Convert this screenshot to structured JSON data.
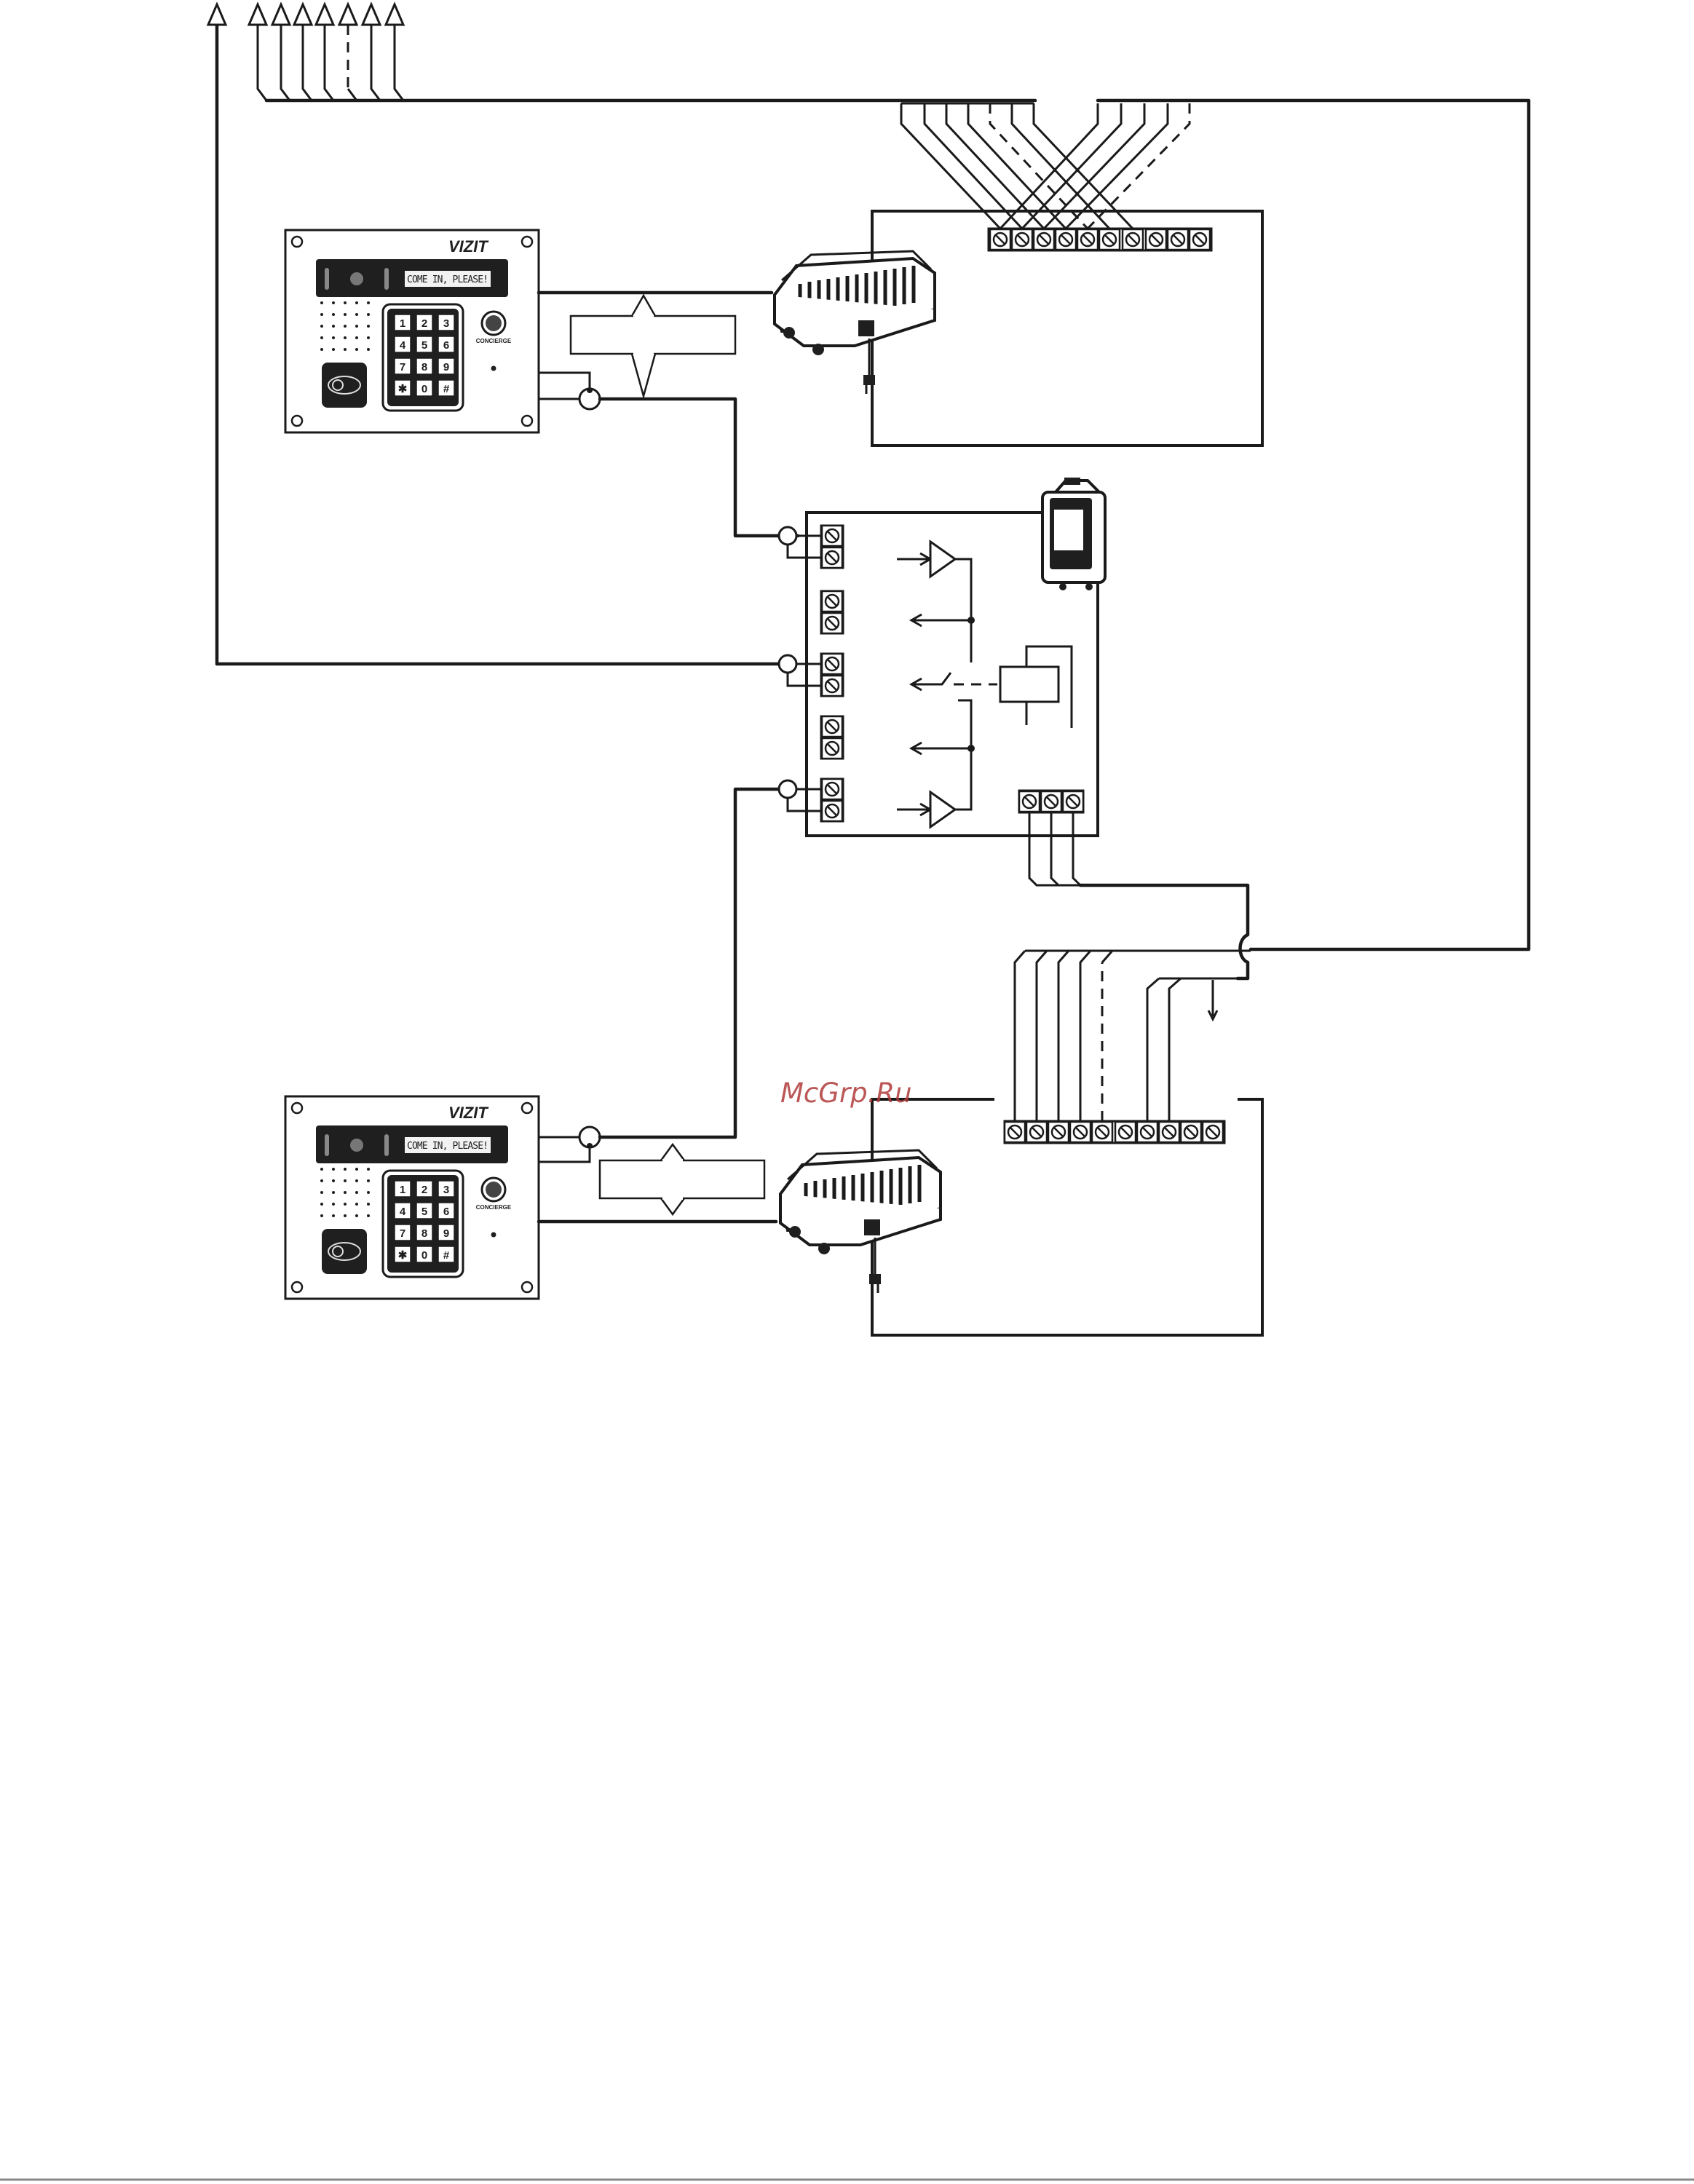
{
  "watermark": "McGrp.Ru",
  "door_panels": [
    {
      "brand": "VIZIT",
      "display_text": "COME IN, PLEASE!",
      "concierge_label": "CONCIERGE",
      "keys": [
        "1",
        "2",
        "3",
        "4",
        "5",
        "6",
        "7",
        "8",
        "9",
        "✱",
        "0",
        "#"
      ]
    },
    {
      "brand": "VIZIT",
      "display_text": "COME IN, PLEASE!",
      "concierge_label": "CONCIERGE",
      "keys": [
        "1",
        "2",
        "3",
        "4",
        "5",
        "6",
        "7",
        "8",
        "9",
        "✱",
        "0",
        "#"
      ]
    }
  ],
  "colors": {
    "line": "#1a1a1a",
    "watermark": "#b03a3a",
    "background": "#ffffff"
  },
  "icons": [
    "door-panel-icon",
    "power-supply-icon",
    "plug-icon",
    "card-reader-icon",
    "terminal-block-icon",
    "relay-icon",
    "amplifier-icon"
  ]
}
